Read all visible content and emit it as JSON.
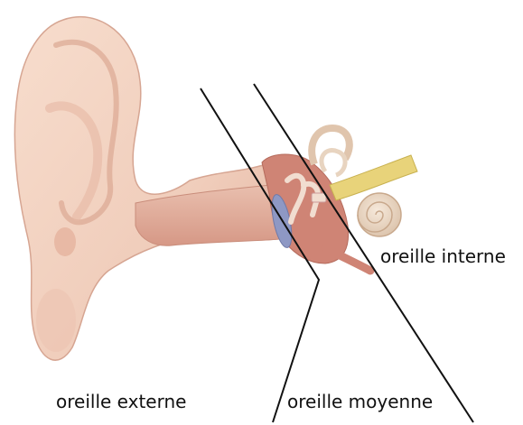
{
  "labels": {
    "inner_ear": "oreille interne",
    "outer_ear": "oreille externe",
    "middle_ear": "oreille moyenne"
  },
  "colors": {
    "skin": "#f2d3c2",
    "skin_shadow": "#dba995",
    "canal": "#d9a08e",
    "middle_ear_cavity": "#c9786a",
    "eardrum": "#8e98c4",
    "cochlea": "#ead7c3",
    "nerve": "#e8d37a",
    "divider_lines": "#111111"
  }
}
